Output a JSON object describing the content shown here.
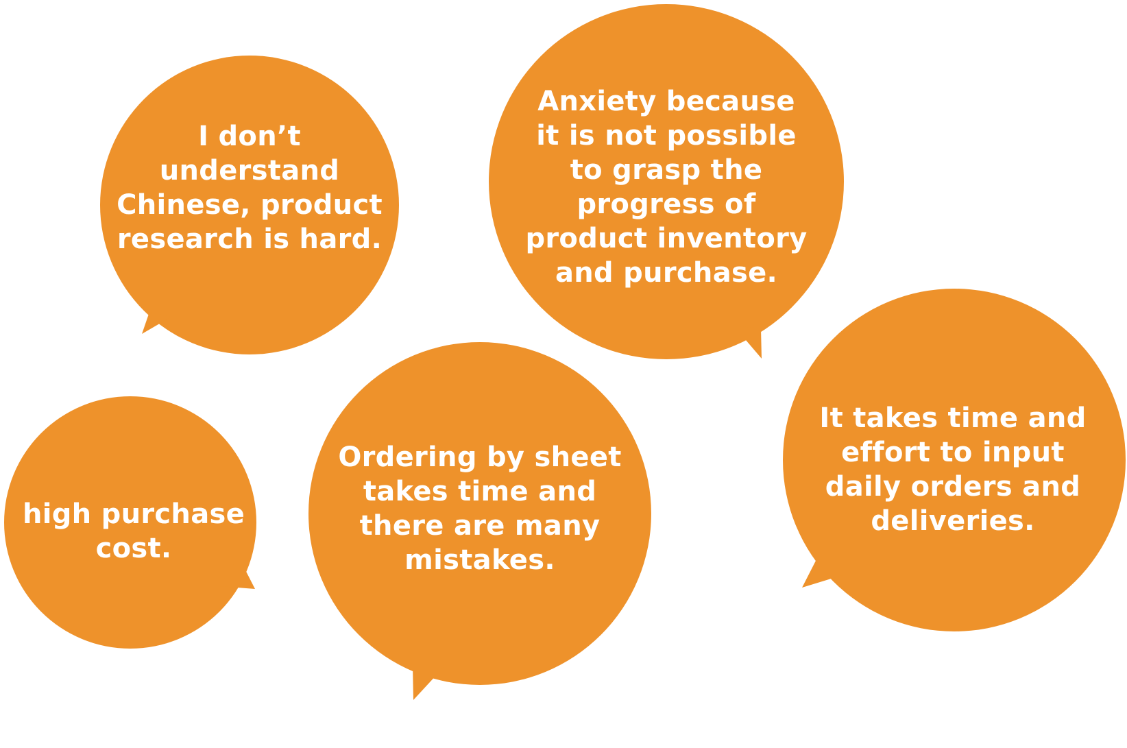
{
  "bubble_color": "#EE922B",
  "text_color": "#FFFFFF",
  "bubbles": [
    {
      "id": "chinese-research",
      "lines": [
        "I don’t",
        "understand",
        "Chinese, product",
        "research is hard."
      ]
    },
    {
      "id": "inventory-anxiety",
      "lines": [
        "Anxiety because",
        "it is not possible",
        "to grasp the",
        "progress of",
        "product inventory",
        "and purchase."
      ]
    },
    {
      "id": "purchase-cost",
      "lines": [
        "high purchase",
        "cost."
      ]
    },
    {
      "id": "sheet-ordering",
      "lines": [
        "Ordering by sheet",
        "takes time and",
        "there are many",
        "mistakes."
      ]
    },
    {
      "id": "daily-input",
      "lines": [
        "It takes time and",
        "effort to input",
        "daily orders and",
        "deliveries."
      ]
    }
  ]
}
